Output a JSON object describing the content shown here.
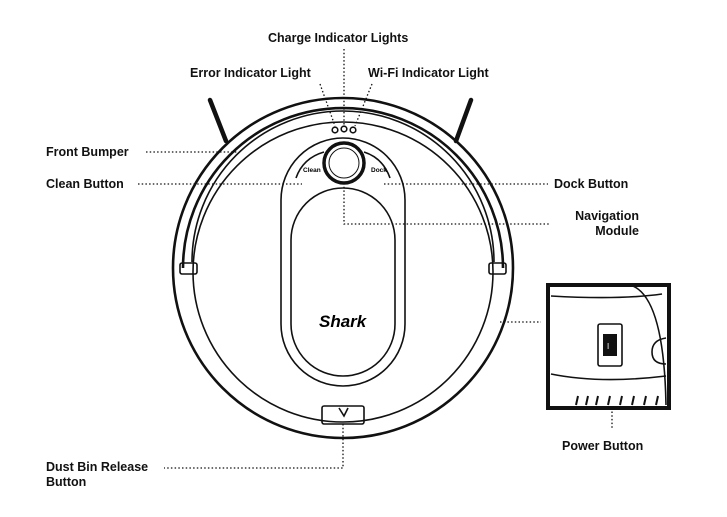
{
  "labels": {
    "charge_indicator_lights": "Charge Indicator Lights",
    "error_indicator_light": "Error Indicator Light",
    "wifi_indicator_light": "Wi-Fi Indicator Light",
    "front_bumper": "Front Bumper",
    "clean_button": "Clean Button",
    "dock_button": "Dock Button",
    "navigation_module_line1": "Navigation",
    "navigation_module_line2": "Module",
    "power_button": "Power Button",
    "dust_bin_release_line1": "Dust Bin Release",
    "dust_bin_release_line2": "Button"
  },
  "device": {
    "brand": "Shark",
    "clean_label": "Clean",
    "dock_label": "Dock"
  }
}
